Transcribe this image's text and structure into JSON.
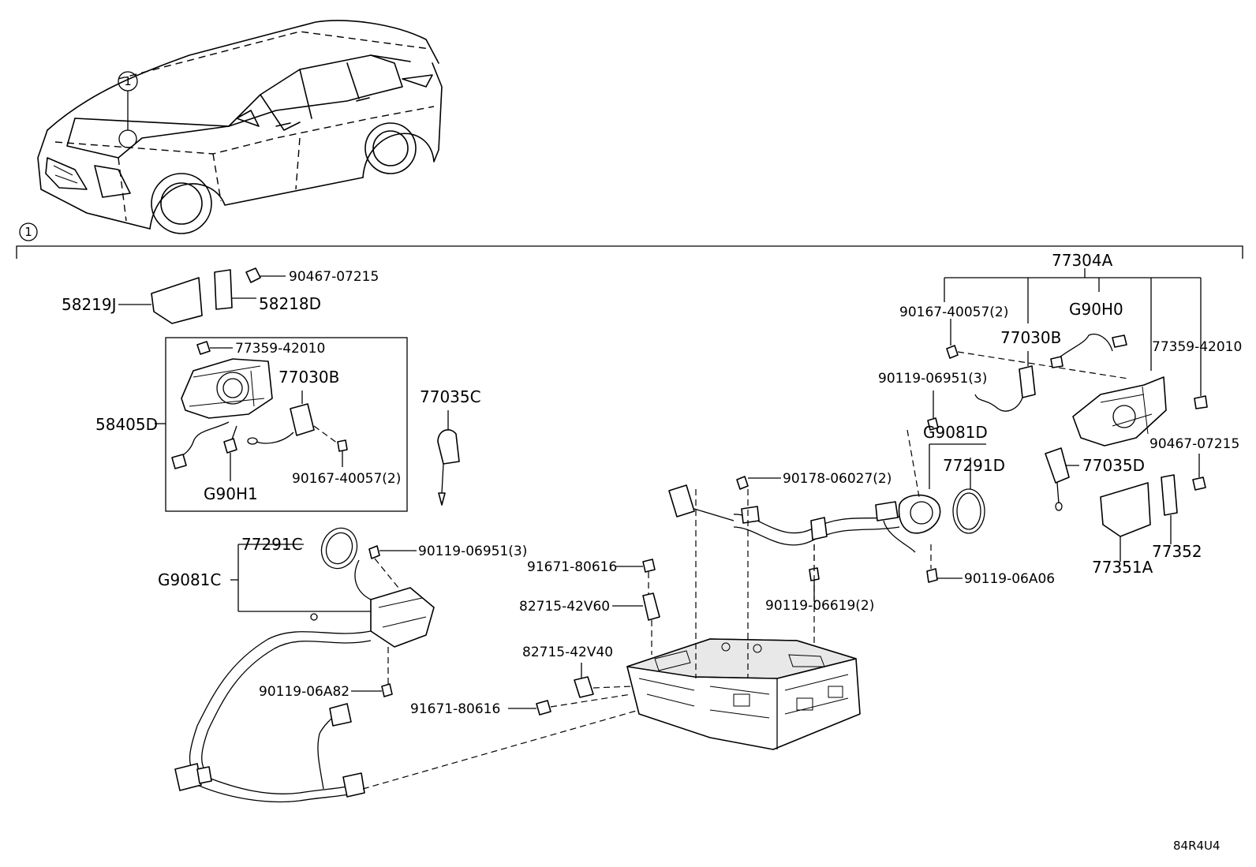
{
  "callouts": {
    "ref_marker": "1",
    "section_marker": "1"
  },
  "labels": {
    "p_77304A": "77304A",
    "p_90467_07215_top": "90467-07215",
    "p_58219J": "58219J",
    "p_58218D": "58218D",
    "p_77359_42010_box": "77359-42010",
    "p_77030B_box": "77030B",
    "p_58405D": "58405D",
    "p_90167_40057_box": "90167-40057(2)",
    "p_G90H1": "G90H1",
    "p_77035C": "77035C",
    "p_90167_40057_right": "90167-40057(2)",
    "p_G90H0": "G90H0",
    "p_77030B_right": "77030B",
    "p_77359_42010_right": "77359-42010",
    "p_90119_06951_right": "90119-06951(3)",
    "p_G9081D": "G9081D",
    "p_77291D": "77291D",
    "p_90178_06027": "90178-06027(2)",
    "p_90467_07215_right": "90467-07215",
    "p_77035D": "77035D",
    "p_77291C": "77291C",
    "p_90119_06951_left": "90119-06951(3)",
    "p_G9081C": "G9081C",
    "p_91671_80616_upper": "91671-80616",
    "p_82715_42V60": "82715-42V60",
    "p_90119_06619": "90119-06619(2)",
    "p_90119_06A06": "90119-06A06",
    "p_77351A": "77351A",
    "p_77352": "77352",
    "p_82715_42V40": "82715-42V40",
    "p_90119_06A82": "90119-06A82",
    "p_91671_80616_lower": "91671-80616",
    "diagram_code": "84R4U4"
  }
}
